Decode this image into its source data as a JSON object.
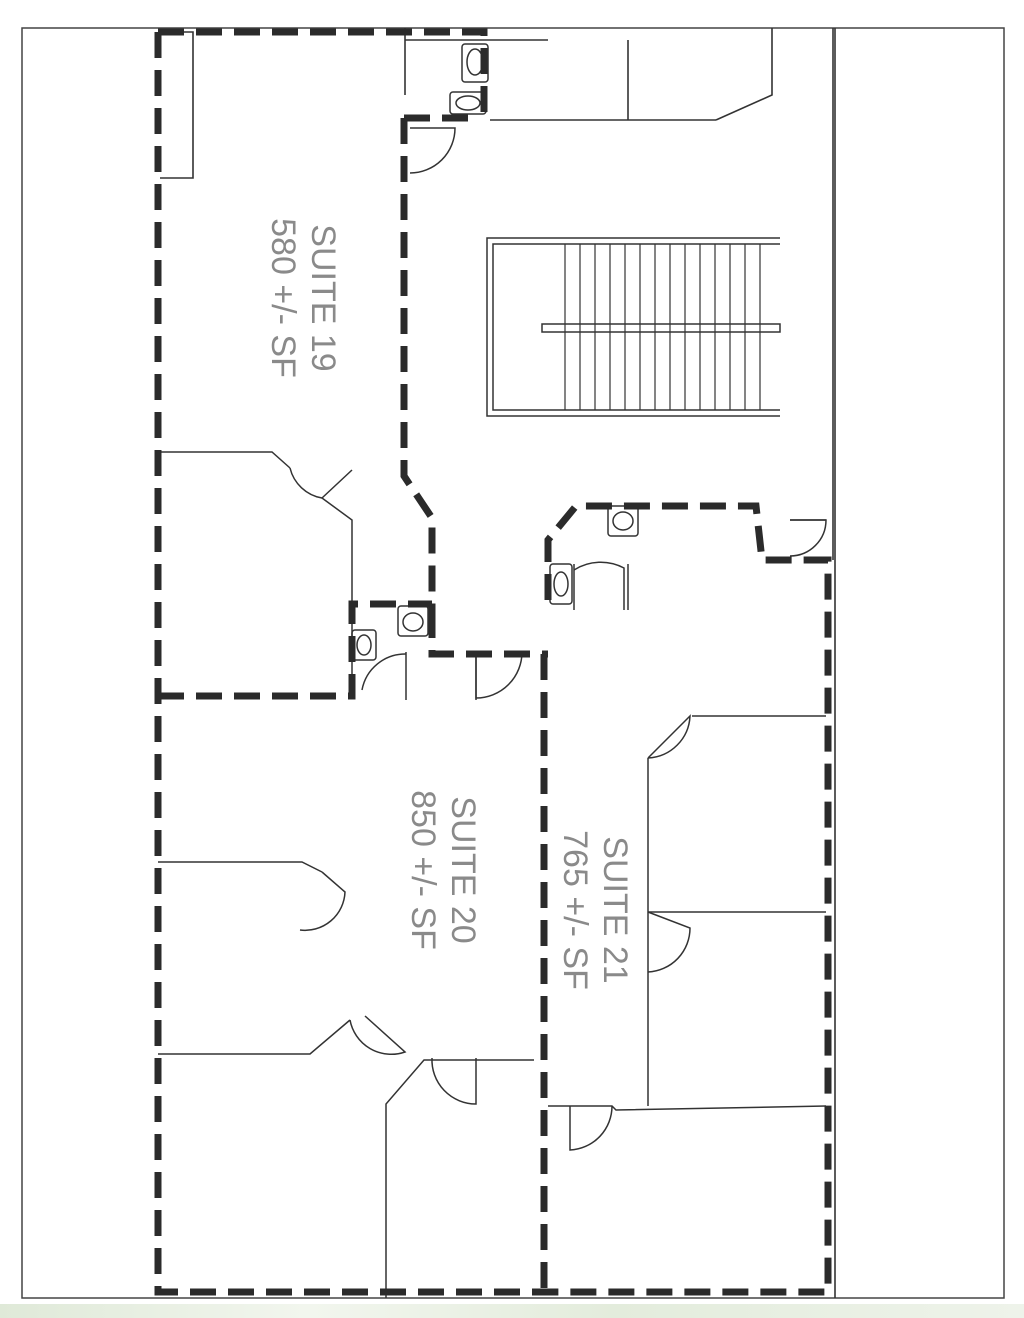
{
  "suites": [
    {
      "name": "SUITE 19",
      "area": "580 +/- SF"
    },
    {
      "name": "SUITE 20",
      "area": "850 +/- SF"
    },
    {
      "name": "SUITE 21",
      "area": "765 +/- SF"
    }
  ],
  "colors": {
    "dashed_boundary": "#2b2b2b",
    "thin_wall": "#333333",
    "label_text": "#8a8a8a",
    "paper": "#ffffff"
  }
}
